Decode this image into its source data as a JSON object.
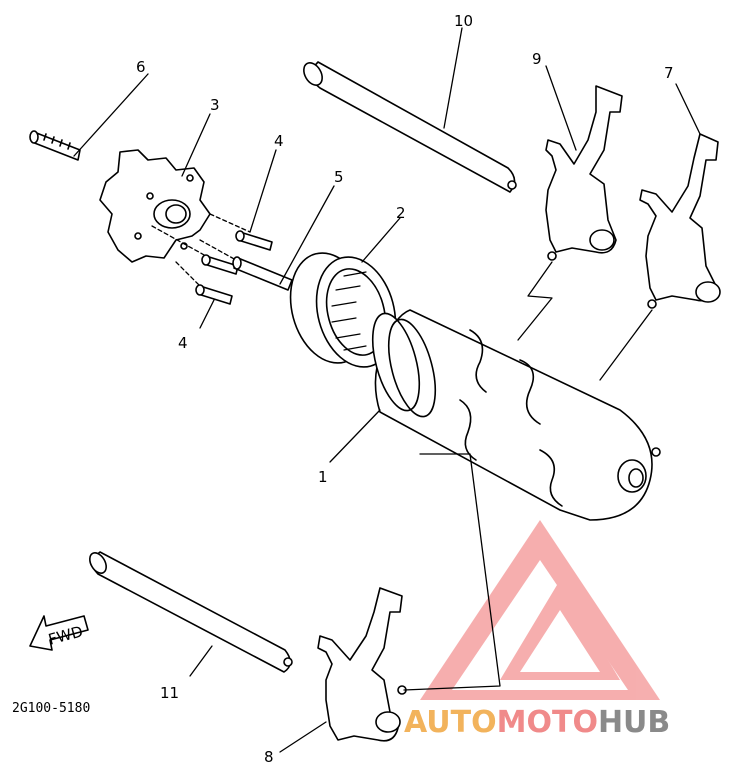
{
  "diagram": {
    "callouts": {
      "c1": "1",
      "c2": "2",
      "c3": "3",
      "c4a": "4",
      "c4b": "4",
      "c5": "5",
      "c6": "6",
      "c7": "7",
      "c8": "8",
      "c9": "9",
      "c10": "10",
      "c11": "11"
    },
    "direction_label": "FWD",
    "drawing_code": "2G100-5180"
  },
  "watermark": {
    "part1": "AUTO",
    "part2": "MOTO",
    "part3": "HUB",
    "colors": {
      "auto": "#f2b35c",
      "moto": "#f08a8a",
      "hub": "#8a8a8a"
    }
  }
}
